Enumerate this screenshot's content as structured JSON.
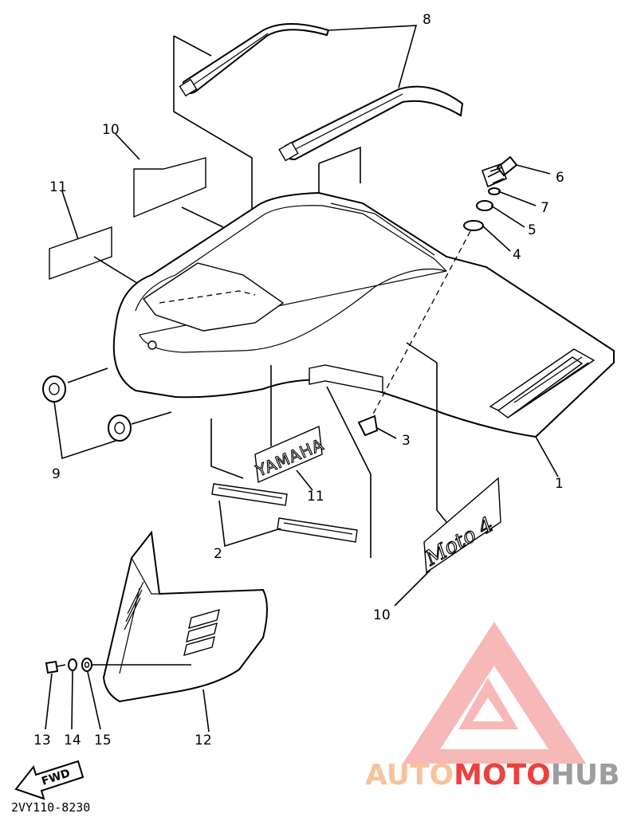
{
  "diagram_code": "2VY110-8230",
  "fwd_label": "FWD",
  "decals": {
    "yamaha": "YAMAHA",
    "moto4": "Moto 4"
  },
  "callouts": {
    "c1": "1",
    "c2": "2",
    "c3": "3",
    "c4": "4",
    "c5": "5",
    "c6": "6",
    "c7": "7",
    "c8": "8",
    "c9": "9",
    "c10a": "10",
    "c10b": "10",
    "c11a": "11",
    "c11b": "11",
    "c12": "12",
    "c13": "13",
    "c14": "14",
    "c15": "15"
  },
  "watermark": {
    "part1": "AUTO",
    "part2": "MOTO",
    "part3": "HUB"
  },
  "colors": {
    "watermark_light": "#f6b98a",
    "watermark_red": "#e8201f",
    "watermark_gray": "#8c8c8c"
  }
}
